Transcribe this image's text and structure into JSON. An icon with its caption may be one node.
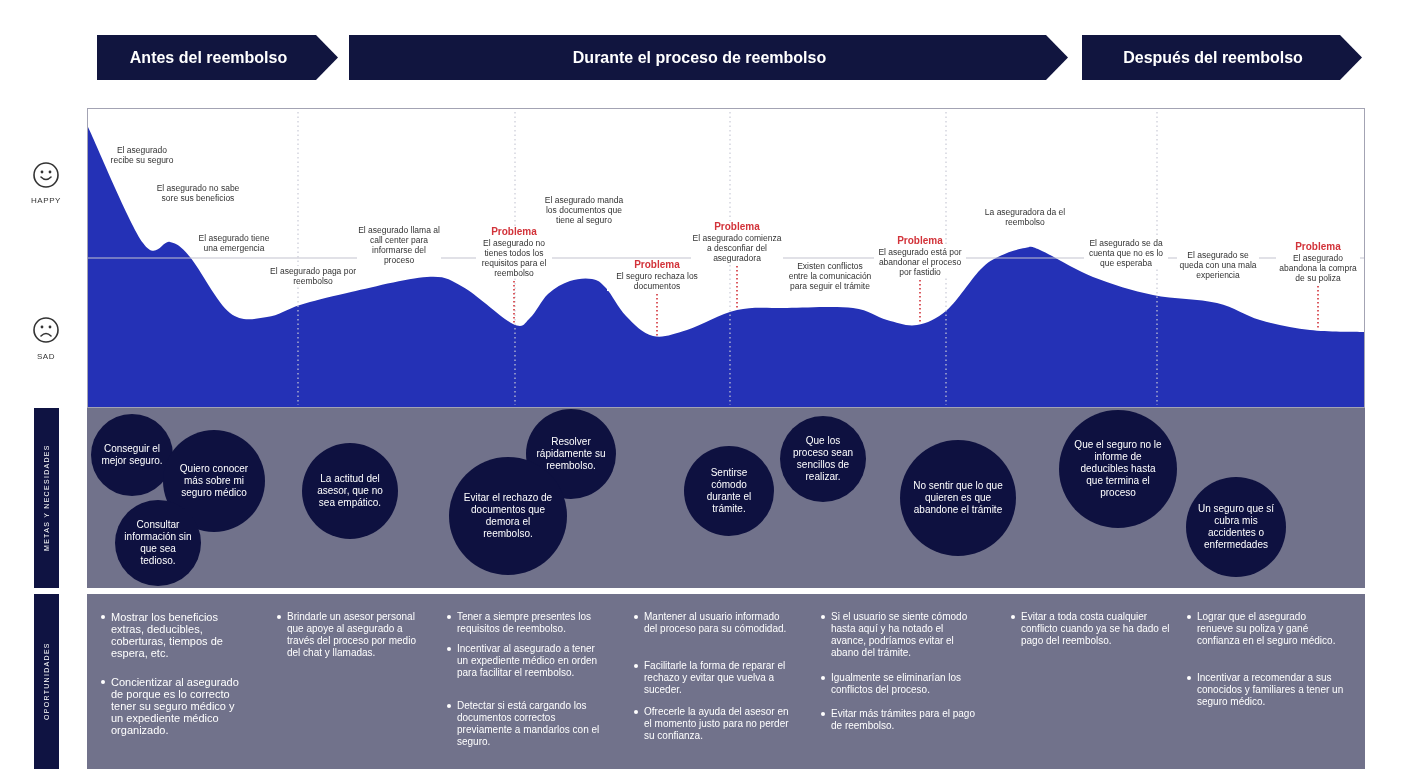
{
  "diagram": {
    "nodes": [
      {
        "text": [
          "Antes del reembolso"
        ]
      },
      {
        "text": [
          "Durante el proceso de reembolso"
        ]
      },
      {
        "text": [
          "Después del reembolso"
        ]
      },
      {
        "text": [
          "El asegurado recibe su seguro"
        ]
      },
      {
        "text": [
          "El asegurado no sabe sore sus beneficios"
        ]
      },
      {
        "text": [
          "El asegurado tiene una emergencia"
        ]
      },
      {
        "text": [
          "El asegurado paga por reembolso"
        ]
      },
      {
        "text": [
          "El asegurado llama al call center para informarse del proceso"
        ]
      },
      {
        "text": [
          "Problema",
          "El asegurado no tienes todos los requisitos para el reembolso"
        ]
      },
      {
        "text": [
          "El asegurado manda los documentos que tiene al seguro"
        ]
      },
      {
        "text": [
          "Problema",
          "El seguro rechaza los documentos"
        ]
      },
      {
        "text": [
          "Problema",
          "El asegurado comienza a desconfiar del aseguradora"
        ]
      },
      {
        "text": [
          "Existen conflictos entre la comunicación para seguir el trámite"
        ]
      },
      {
        "text": [
          "Problema",
          "El asegurado está por abandonar el proceso por fastidio"
        ]
      },
      {
        "text": [
          "La aseguradora da el reembolso"
        ]
      },
      {
        "text": [
          "El asegurado se da cuenta que no es lo que esperaba"
        ]
      },
      {
        "text": [
          "El asegurado se queda con una mala experiencia"
        ]
      },
      {
        "text": [
          "Problema",
          "El asegurado abandona la compra de su poliza"
        ]
      },
      {
        "text": [
          "METAS Y NECESIDADES"
        ]
      },
      {
        "text": [
          "Conseguir el mejor seguro."
        ]
      },
      {
        "text": [
          "Quiero conocer más sobre mi seguro médico"
        ]
      },
      {
        "text": [
          "Consultar información sin que sea tedioso."
        ]
      },
      {
        "text": [
          "La actitud del asesor, que no sea empático."
        ]
      },
      {
        "text": [
          "Resolver rápidamente su reembolso."
        ]
      },
      {
        "text": [
          "Evitar el rechazo de documentos que demora el reembolso."
        ]
      },
      {
        "text": [
          "Sentirse cómodo durante el trámite."
        ]
      },
      {
        "text": [
          "Que los proceso sean sencillos de realizar."
        ]
      },
      {
        "text": [
          "No sentir que lo que quieren es que abandone el trámite"
        ]
      },
      {
        "text": [
          "Que el seguro no le informe de deducibles hasta que termina el proceso"
        ]
      },
      {
        "text": [
          "Un seguro que sí cubra mis accidentes o enfermedades"
        ]
      },
      {
        "text": [
          "OPORTUNIDADES"
        ]
      }
    ],
    "edges": [
      {
        "from": 8,
        "to": null,
        "arrow": "none",
        "style": "dashed"
      },
      {
        "from": 10,
        "to": null,
        "arrow": "none",
        "style": "dashed"
      },
      {
        "from": 11,
        "to": null,
        "arrow": "none",
        "style": "dashed"
      },
      {
        "from": 13,
        "to": null,
        "arrow": "none",
        "style": "dashed"
      },
      {
        "from": 17,
        "to": null,
        "arrow": "none",
        "style": "dashed"
      }
    ],
    "labels": [
      "HAPPY",
      "SAD",
      "Mostrar los beneficios extras, deducibles, coberturas, tiempos de espera, etc.",
      "Concientizar al asegurado de porque es lo correcto tener su seguro médico y un expediente médico organizado.",
      "Brindarle un asesor personal que apoye al asegurado a través del proceso por medio del chat y llamadas.",
      "Tener a siempre presentes los requisitos de reembolso.",
      "Incentivar al asegurado a tener un expediente médico en orden para facilitar el reembolso.",
      "Detectar si está cargando los documentos correctos previamente a mandarlos con el seguro.",
      "Mantener al usuario informado del proceso para su cómodidad.",
      "Facilitarle la forma de reparar el rechazo y evitar que vuelva a suceder.",
      "Ofrecerle la ayuda del asesor en el momento justo para no perder su confianza.",
      "Si el usuario se siente cómodo hasta aquí y ha notado el avance, podríamos evitar el abano del trámite.",
      "Igualmente se eliminarían los conflictos del proceso.",
      "Evitar más trámites para el pago de reembolso.",
      "Evitar a toda costa cualquier conflicto cuando ya se ha dado el pago del reembolso.",
      "Lograr que el asegurado renueve su poliza y gané confianza en el seguro médico.",
      "Incentivar a recomendar a sus conocidos y familiares a tener un seguro médico."
    ]
  }
}
